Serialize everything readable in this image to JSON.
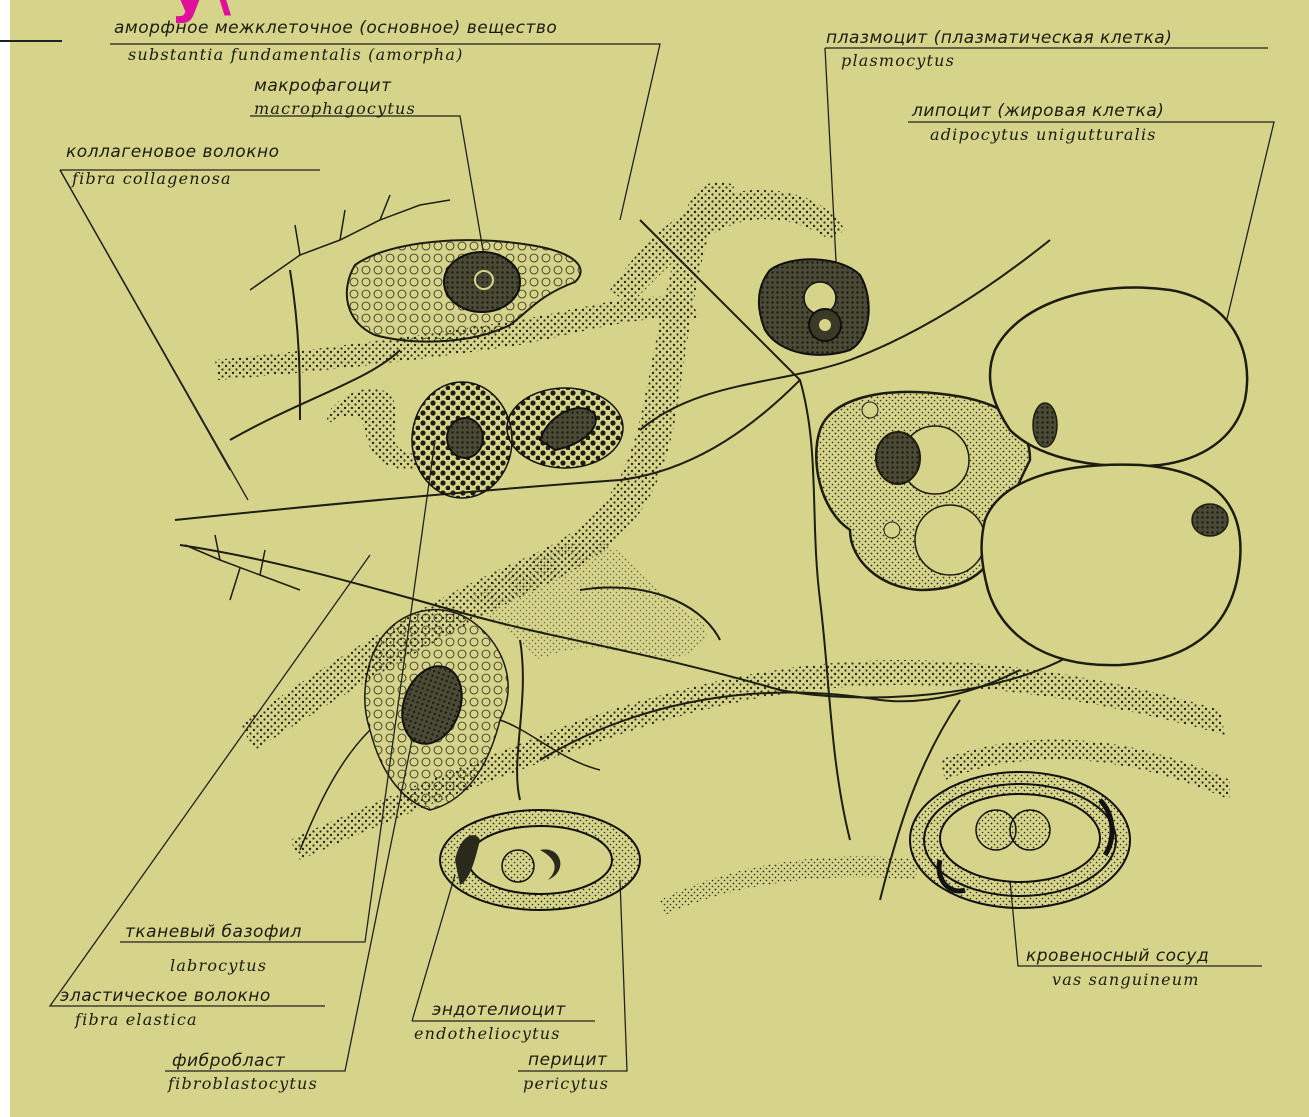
{
  "colors": {
    "paper": "#d6d48a",
    "ink": "#2a2a1c",
    "accent": "#e0109a"
  },
  "top_glyph": "у\\",
  "labels": {
    "amorphous_ru": "аморфное межклеточное (основное) вещество",
    "amorphous_la": "substantia fundamentalis (amorpha)",
    "macrophage_ru": "макрофагоцит",
    "macrophage_la": "macrophagocytus",
    "collagen_ru": "коллагеновое волокно",
    "collagen_la": "fibra collagenosa",
    "plasmocyte_ru": "плазмоцит (плазматическая клетка)",
    "plasmocyte_la": "plasmocytus",
    "lipocyte_ru": "липоцит (жировая клетка)",
    "lipocyte_la": "adipocytus unigutturalis",
    "basophil_ru": "тканевый базофил",
    "basophil_la": "labrocytus",
    "elastic_ru": "эластическое волокно",
    "elastic_la": "fibra elastica",
    "fibroblast_ru": "фибробласт",
    "fibroblast_la": "fibroblastocytus",
    "endothelio_ru": "эндотелиоцит",
    "endothelio_la": "endotheliocytus",
    "pericyte_ru": "перицит",
    "pericyte_la": "pericytus",
    "vessel_ru": "кровеносный сосуд",
    "vessel_la": "vas sanguineum"
  }
}
